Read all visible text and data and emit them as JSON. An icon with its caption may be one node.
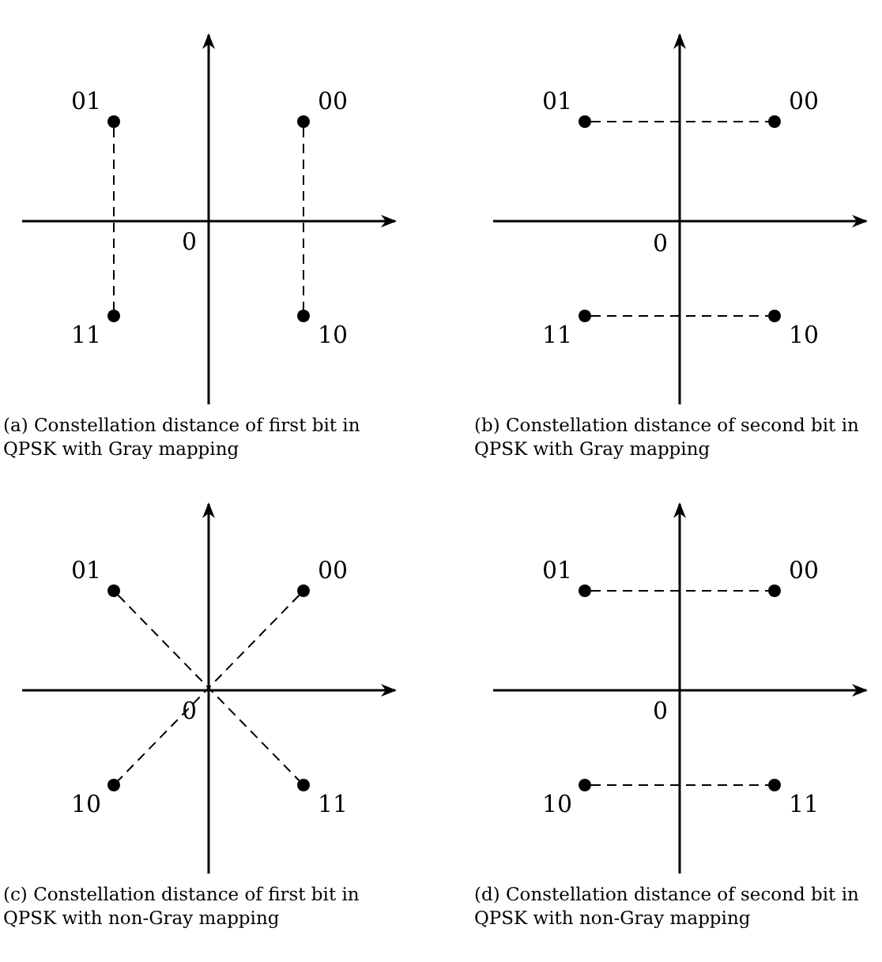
{
  "diagram": {
    "nodes": [
      {
        "text": [],
        "shape": "circle",
        "beside": [
          "01"
        ]
      },
      {
        "text": [],
        "shape": "circle",
        "beside": [
          "00"
        ]
      },
      {
        "text": [],
        "shape": "circle",
        "beside": [
          "11"
        ]
      },
      {
        "text": [],
        "shape": "circle",
        "beside": [
          "10"
        ]
      },
      {
        "text": [],
        "shape": "circle",
        "beside": [
          "01"
        ]
      },
      {
        "text": [],
        "shape": "circle",
        "beside": [
          "00"
        ]
      },
      {
        "text": [],
        "shape": "circle",
        "beside": [
          "11"
        ]
      },
      {
        "text": [],
        "shape": "circle",
        "beside": [
          "10"
        ]
      },
      {
        "text": [],
        "shape": "circle",
        "beside": [
          "01"
        ]
      },
      {
        "text": [],
        "shape": "circle",
        "beside": [
          "00"
        ]
      },
      {
        "text": [],
        "shape": "circle",
        "beside": [
          "10"
        ]
      },
      {
        "text": [],
        "shape": "circle",
        "beside": [
          "11"
        ]
      },
      {
        "text": [],
        "shape": "circle",
        "beside": [
          "01"
        ]
      },
      {
        "text": [],
        "shape": "circle",
        "beside": [
          "00"
        ]
      },
      {
        "text": [],
        "shape": "circle",
        "beside": [
          "10"
        ]
      },
      {
        "text": [],
        "shape": "circle",
        "beside": [
          "11"
        ]
      }
    ],
    "edges": [
      {
        "from": 0,
        "to": 2,
        "arrow": "none",
        "style": "dashed"
      },
      {
        "from": 1,
        "to": 3,
        "arrow": "none",
        "style": "dashed"
      },
      {
        "from": 4,
        "to": 5,
        "arrow": "none",
        "style": "dashed"
      },
      {
        "from": 6,
        "to": 7,
        "arrow": "none",
        "style": "dashed"
      },
      {
        "from": 8,
        "to": 11,
        "arrow": "none",
        "style": "dashed"
      },
      {
        "from": 9,
        "to": 10,
        "arrow": "none",
        "style": "dashed"
      },
      {
        "from": 12,
        "to": 13,
        "arrow": "none",
        "style": "dashed"
      },
      {
        "from": 14,
        "to": 15,
        "arrow": "none",
        "style": "dashed"
      }
    ],
    "labels": [
      "0",
      "0",
      "(a) Constellation distance of first bit in QPSK with Gray mapping",
      "(b) Constellation distance of second bit in QPSK with Gray mapping",
      "0",
      "0",
      "(c) Constellation distance of first bit in QPSK with non-Gray mapping",
      "(d) Constellation distance of second bit in QPSK with non-Gray mapping"
    ]
  }
}
